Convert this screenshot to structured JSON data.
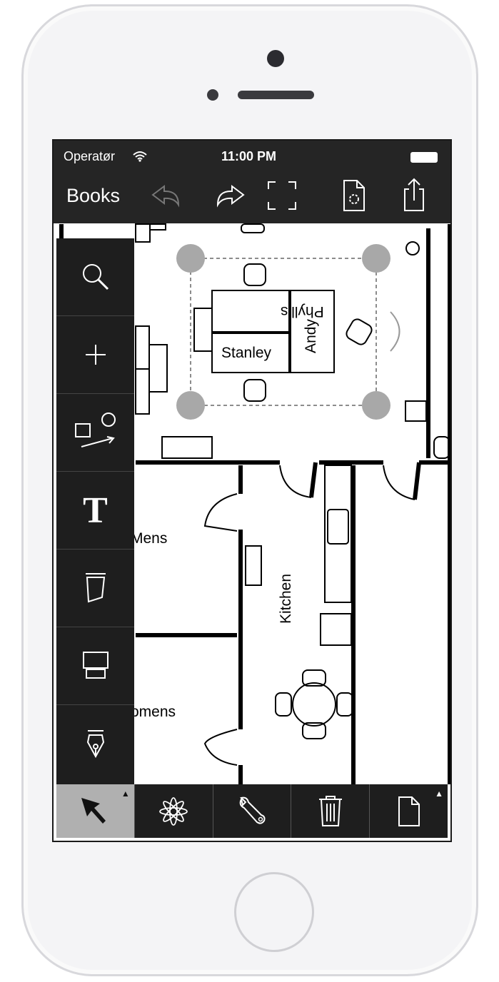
{
  "status_bar": {
    "carrier": "Operatør",
    "time": "11:00 PM"
  },
  "nav": {
    "title": "Books"
  },
  "plan_labels": {
    "phyllis": "Phyllis",
    "stanley": "Stanley",
    "andy": "Andy",
    "mens": "Mens",
    "womens": "omens",
    "kitchen": "Kitchen"
  },
  "sidebar": {
    "items": [
      "search",
      "add",
      "shapes-and-connectors",
      "text",
      "furniture",
      "screen",
      "pen"
    ]
  },
  "bottom_toolbar": {
    "items": [
      "select",
      "decorations",
      "tools",
      "delete",
      "page"
    ]
  },
  "colors": {
    "toolbar_bg": "#1e1e1e",
    "handle": "#a8a8a8",
    "active_tool": "#b0b0b0"
  }
}
